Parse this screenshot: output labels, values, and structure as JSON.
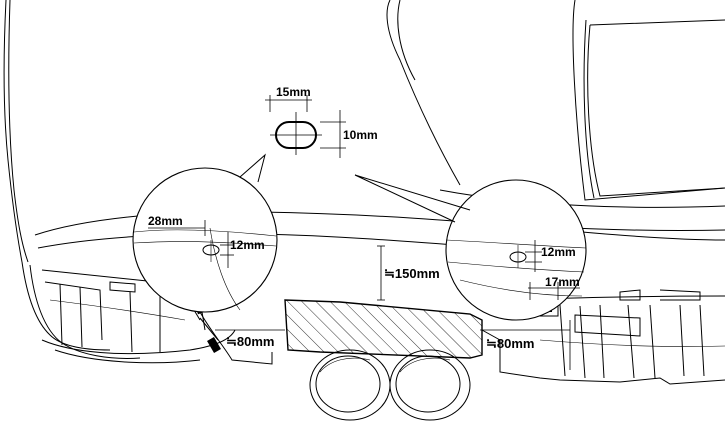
{
  "dimensions": {
    "slot_width": "15mm",
    "slot_height": "10mm",
    "left_offset": "28mm",
    "left_slot_height": "12mm",
    "right_slot_height": "12mm",
    "right_slot_width": "17mm",
    "bumper_clearance": "≒150mm",
    "left_gap": "≒80mm",
    "right_gap": "≒80mm"
  }
}
